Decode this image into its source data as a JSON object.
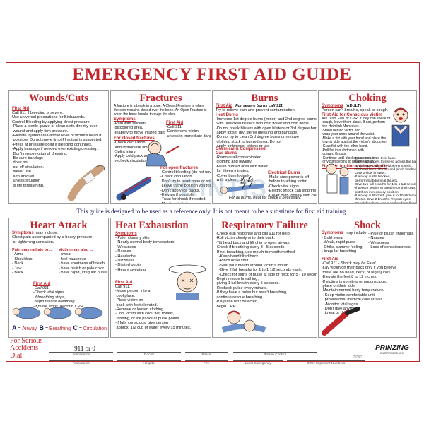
{
  "title": "EMERGENCY FIRST AID GUIDE",
  "panels": {
    "wounds": {
      "title": "Wounds/Cuts",
      "first_aid_label": "First Aid",
      "lines": [
        "Call 911 if bleeding is severe.",
        "Use universal precautions for Biohazards.",
        "Control Bleeding by applying direct pressure.",
        "-Place a sterile gauze or clean cloth directly over",
        " wound and apply firm pressure.",
        "-Elevate injured area above level of victim's heart if",
        " possible. Do not move limb if fracture is suspected.",
        "-Press at pressure point if bleeding continues.",
        "-Apply bandage if needed over existing dressing.",
        " Don't remove original dressing.",
        " Be sure bandage",
        " does not",
        " cut off circulation.",
        " Never use",
        " a tourniquet",
        " unless situation",
        " is life threatening."
      ]
    },
    "fractures": {
      "title": "Fractures",
      "intro": "A fracture is a break in a bone. A Closed Fracture is when the skin remains closed over the bone. An Open Fracture is when the bone breaks through the skin.",
      "symptoms_label": "Symptoms",
      "symptoms": [
        "-Pain with swollen,",
        " discolored area.",
        "-Inability to move injured part."
      ],
      "first_aid_label": "First Aid",
      "first_aid": [
        "-Call 911",
        "-Don't move victim",
        " unless in immediate danger."
      ],
      "closed_label": "For closed fractures",
      "closed": [
        "-Check circulation",
        " and immobilize limb.",
        "-Splint injury.",
        "-Apply cold pack and",
        " recheck circulation."
      ],
      "open_label": "For open fractures",
      "open": [
        "-Control bleeding (do not unwrap).",
        "-Check circulation.",
        " Don't try to reset bone or splint injury.",
        " Leave in the position you found it.",
        "-Don't apply ice packs.",
        "-Elevate if possible.",
        "-Treat for shock if needed.",
        " Monitor vital signs."
      ]
    },
    "burns": {
      "title": "Burns",
      "first_aid_label": "First Aid",
      "intro": "For severe burns call 911",
      "intro2": "Try to relieve pain and prevent contamination.",
      "heat_label": "Heat Burns",
      "heat": [
        "-Immerse 1st degree burns (minor) and 2nd degree burns",
        " with unbroken blisters with cold water and cold items.",
        "-Do not break blisters with open blisters or 3rd degree burns,",
        " apply loose, dry, sterile dressing and bandage.",
        "-Do not try to clean 3rd degree burns or remove",
        " clothing stuck to burned area. Do not",
        " apply ointments, lotions or ice."
      ],
      "chem_label": "Chemical & Compressed Gas Burns",
      "chem": [
        "-Remove all contaminated",
        " clothing and jewelry.",
        "-Flush burned area with water",
        " for fifteen minutes.",
        "-Cover burn loosely",
        " with a clean, dry cloth."
      ],
      "elec_label": "Electrical Burns",
      "elec": [
        "-Make sure power is off",
        " before touching victim.",
        "-Check vital signs.",
        "-Electric shock can stop the heart.",
        "-Cover burn loosely with clean dry cloth."
      ],
      "footer": "For all burns, treat for shock if necessary."
    },
    "choking": {
      "title": "Choking",
      "subtitle": "(ADULT)",
      "symptoms_label": "Symptoms",
      "symptoms": [
        "Person can't breathe, speak or cough."
      ],
      "conscious_label": "First Aid for Conscious Victim",
      "conscious": [
        "Ask \"I am EMT or CPR. If they can speak or",
        " cough, leave them alone. If not, perform",
        " the Heimlich Maneuver.",
        "-Stand behind victim and",
        " wrap your arms around the waist.",
        "-Make a fist with your hand and place the",
        " thumb side against the victim's abdomen.",
        "-Grab fist with the other hand.",
        "-Pull fist into abdomen with",
        " upward thrusts.",
        "-Continue until blockage comes free",
        " or victim begins to breathe again."
      ],
      "unconscious_label": "First Aid for Unconscious Victim",
      "unconscious": [
        "-Place person on their back.",
        "-Use your fingers to sweep across the base of tongue",
        " to dislodge object (if visible remove it).",
        "-Tilt head back, lift chin and pinch forehead back.",
        " Give 2 slow breaths.",
        "-If airway is still blocked,",
        " perform 5 abdominal thrusts.",
        "-Give two full breaths for 1 to 1 1/2 seconds each.",
        "-If person begins to breathe on their own,",
        " put them in recovery position.",
        "-If airway is blocked, give 6 to 10 abdominal",
        " thrusts. Give 2 breaths. Repeat cycle.",
        "-Check for object again and perform finger sweep",
        " with quick inward and upward thrusts.",
        "-Repeat steps until airway is cleared",
        " or until help arrives."
      ]
    },
    "heart": {
      "title": "Heart Attack",
      "symptoms_label": "Symptoms",
      "symptoms_intro": "may include:",
      "symptoms": [
        "Chest pain accompanied by a heavy pressure",
        " or tightening sensation."
      ],
      "pain_label": "Pain may radiate to ...",
      "pain": [
        "- Arms",
        "- Shoulders",
        "- Neck",
        "- Jaw",
        "- Back"
      ],
      "victim_label": "Victim may also ...",
      "victim": [
        "- sweat",
        "- feel nauseous",
        "- have shortness of breath",
        "- have bluish or pale color",
        "- have rapid, irregular pulse"
      ],
      "first_aid_label": "First Aid",
      "first_aid": [
        "-Call 911.",
        "-Check vital signs.",
        " If breathing stops,",
        " begin rescue breathing.",
        "-If pulse stops, perform CPR."
      ],
      "abc": [
        {
          "letter": "A",
          "word": "Airway"
        },
        {
          "letter": "B",
          "word": "Breathing"
        },
        {
          "letter": "C",
          "word": "Circulation"
        }
      ]
    },
    "heat": {
      "title": "Heat Exhaustion",
      "symptoms_label": "Symptoms",
      "symptoms": [
        "- Pale, clammy skin",
        "- Nearly normal body temperature",
        "- Weakness",
        "- Nausea",
        "- Headache",
        "- Dizziness",
        "- Dilated pupils",
        "- Heavy sweating"
      ],
      "first_aid_label": "First Aid",
      "first_aid": [
        "Call 911.",
        "-Move person into a",
        " cool place.",
        "-Place victim on",
        " back with feet elevated.",
        "-Remove or loosen clothing.",
        "-Cool victim with cool, wet towels,",
        " fanning, or ice packs at pulse points.",
        "-If fully conscious, give person",
        " approx. 1/2 cup of water every 15 minutes."
      ]
    },
    "resp": {
      "title": "Respiratory Failure",
      "lines": [
        "-Check oral response and call 911 for help.",
        "-Roll victim slowly onto their back.",
        "-Tilt head back and lift chin to open airway.",
        "-Check if breathing every 3 - 5 seconds.",
        "-If not breathing, use mouth to mouth method:",
        "   -Keep head tilted back.",
        "   -Pinch nose shut.",
        "   -Seal your mouth around victim's mouth.",
        "   -Give 2 full breaths for 1 to 1 1/2 seconds each.",
        "   -Check for signs of pulse at side of neck for 5 - 10 seconds.",
        "-Begin rescue breathing,",
        " giving 1 full breath every 5 seconds.",
        "-Recheck pulse every minute.",
        "-If they have a pulse but aren't breathing,",
        " continue rescue breathing.",
        "-If a pulse isn't detected,",
        " begin CPR."
      ]
    },
    "shock": {
      "title": "Shock",
      "symptoms_label": "Symptoms",
      "symptoms_intro": "may include:",
      "symptoms_left": [
        "- Cold sweat",
        "- Weak, rapid pulse",
        "- Chills, clammy feeling",
        "- Irregular breathing"
      ],
      "symptoms_right": [
        "- Pale or bluish fingernails",
        "- Nausea",
        "- Weakness",
        "- Loss of consciousness"
      ],
      "first_aid_label": "First Aid",
      "first_aid_intro": "-Call 911 - Shock may be Fatal.",
      "first_aid": [
        "-Lay victim on their back only if you believe",
        " there are no head, neck, or leg injuries.",
        "-Elevate the feet 8 to 12 inches.",
        "-If victims is vomiting or unconscious,",
        " place on their side.",
        "-Maintain normal body temperature.",
        "   Keep victim comfortable until",
        "   professional medical care arrives.",
        "   -Monitor vital signs.",
        "   Don't give anything",
        "   to eat or drink."
      ]
    }
  },
  "banner": "This guide is designed to be used as a reference only.  It is not meant to be a substitute for first aid training.",
  "footer": {
    "serious_label_1": "For Serious",
    "serious_label_2": "Accidents",
    "dial_label": "Dial:",
    "dial_value": "911 or 0",
    "row1": [
      "Ambulance",
      "Doctor",
      "Police",
      "Poison Control"
    ],
    "row2": [
      "Ambulance",
      "Hospital",
      "Fire",
      "Local Emergency",
      "Other Important Numbers"
    ],
    "logo": "PRINZING",
    "logo_sub": "ENTERPRISES, INC.",
    "code": "707007"
  },
  "watermark": "",
  "colors": {
    "accent": "#c0262c",
    "panel_border": "#9a9a9a",
    "banner_text": "#1a1a5e"
  }
}
